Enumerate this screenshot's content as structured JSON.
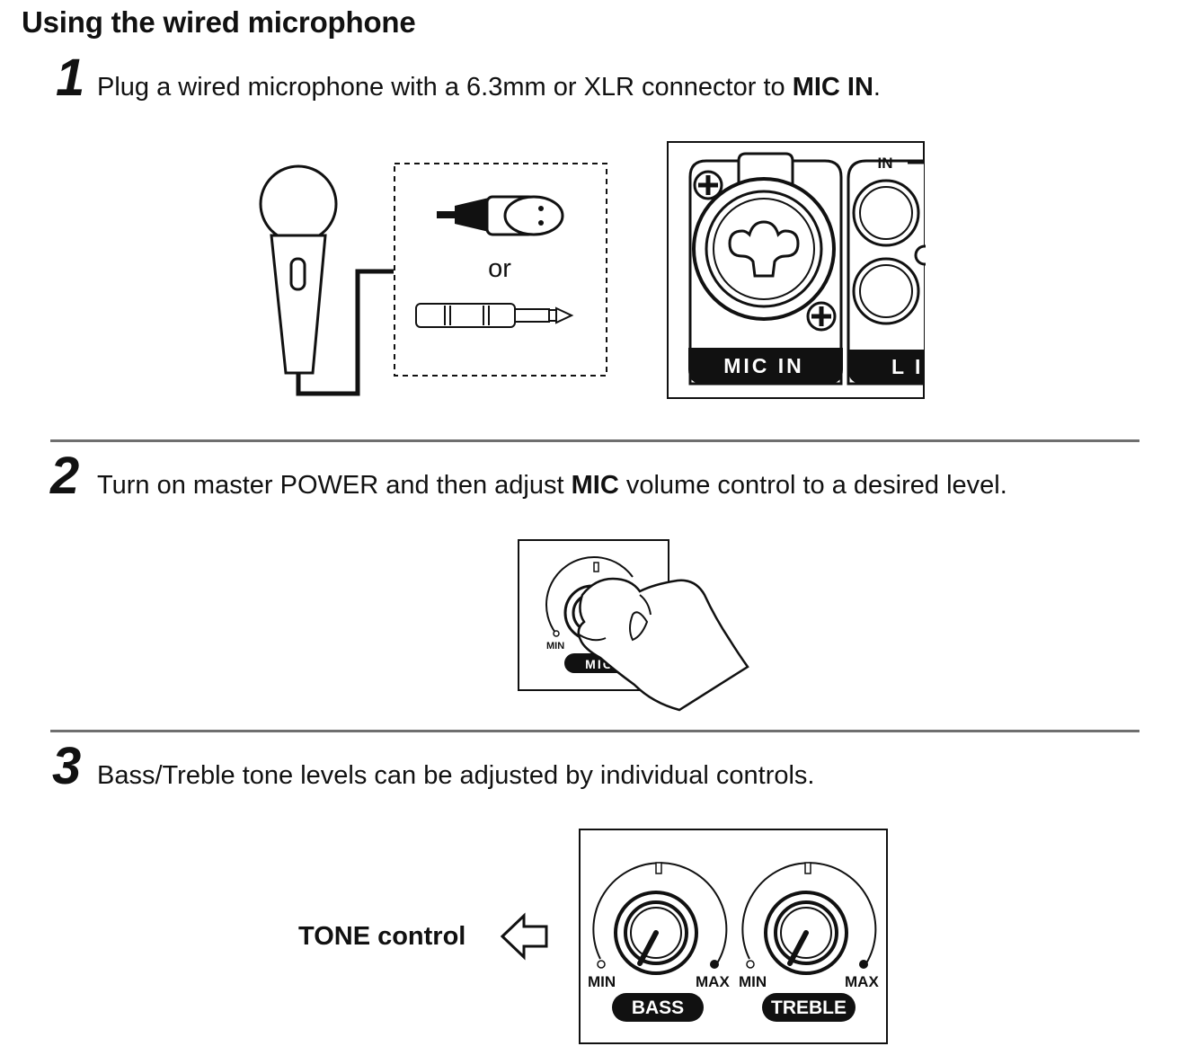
{
  "title": "Using the wired microphone",
  "steps": [
    {
      "number": "1",
      "text_before": "Plug a wired microphone with a 6.3mm or XLR connector to ",
      "text_bold": "MIC IN",
      "text_after": "."
    },
    {
      "number": "2",
      "text_before": "Turn on master POWER and then adjust ",
      "text_bold": "MIC",
      "text_after": " volume control to a desired level."
    },
    {
      "number": "3",
      "text_before": "Bass/Treble tone levels can be adjusted by individual controls.",
      "text_bold": "",
      "text_after": ""
    }
  ],
  "figure1": {
    "or_label": "or",
    "panel_in_label": "IN",
    "mic_in_label": "MIC IN",
    "line_label_partial": "L I"
  },
  "figure2": {
    "min_label": "MIN",
    "mic_label": "MIC"
  },
  "figure3": {
    "tone_control_label": "TONE control",
    "bass_label": "BASS",
    "treble_label": "TREBLE",
    "min_label": "MIN",
    "max_label": "MAX"
  }
}
